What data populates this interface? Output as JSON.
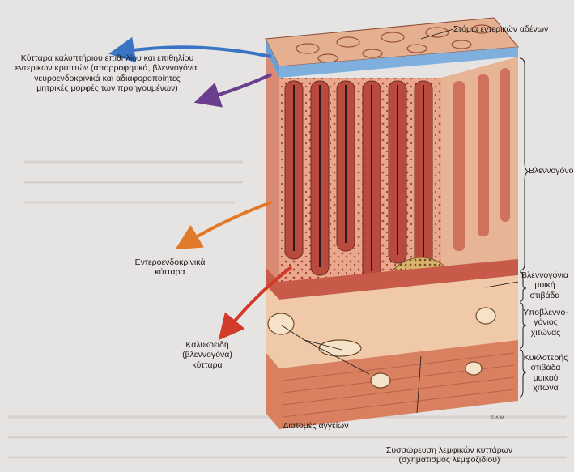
{
  "labels": {
    "crypt_openings": [
      "Στόμια εντερικών αδένων"
    ],
    "epithelium_cells": [
      "Κύτταρα καλυπτήριου επιθηλίου και επιθηλίου",
      "εντερικών κρυπτών (απορροφητικά, βλεννογόνα,",
      "νευροενδοκρινικά και αδιαφοροποίητες",
      "μητρικές μορφές των προηγουμένων)"
    ],
    "mucosa": [
      "Βλεννογόνος"
    ],
    "enteroendocrine": [
      "Εντεροενδοκρινικά",
      "κύτταρα"
    ],
    "muscularis_mucosae": [
      "Βλεννογόνια",
      "μυική",
      "στιβάδα"
    ],
    "submucosa": [
      "Υποβλεννο-",
      "γόνιος",
      "χιτώνας"
    ],
    "goblet_cells": [
      "Καλυκοειδή",
      "(βλεννογόνα)",
      "κύτταρα"
    ],
    "circular_layer": [
      "Κυκλοτερής",
      "στιβάδα",
      "μυικού",
      "χιτώνα"
    ],
    "vessels": [
      "Διατομές αγγείων"
    ],
    "lymphoid": [
      "Συσσώρευση λεμφικών κυττάρων",
      "(σχηματισμός λεμφοζιδίου)"
    ]
  },
  "colors": {
    "arrow_blue": "#3a74c4",
    "arrow_purple": "#6b3f8e",
    "arrow_orange": "#e07a2a",
    "arrow_red": "#d23a2a",
    "tissue_pink": "#e9a88c",
    "tissue_dark": "#b3453a",
    "muscle_red": "#c85a4a",
    "lymph_tan": "#c9a35a"
  }
}
